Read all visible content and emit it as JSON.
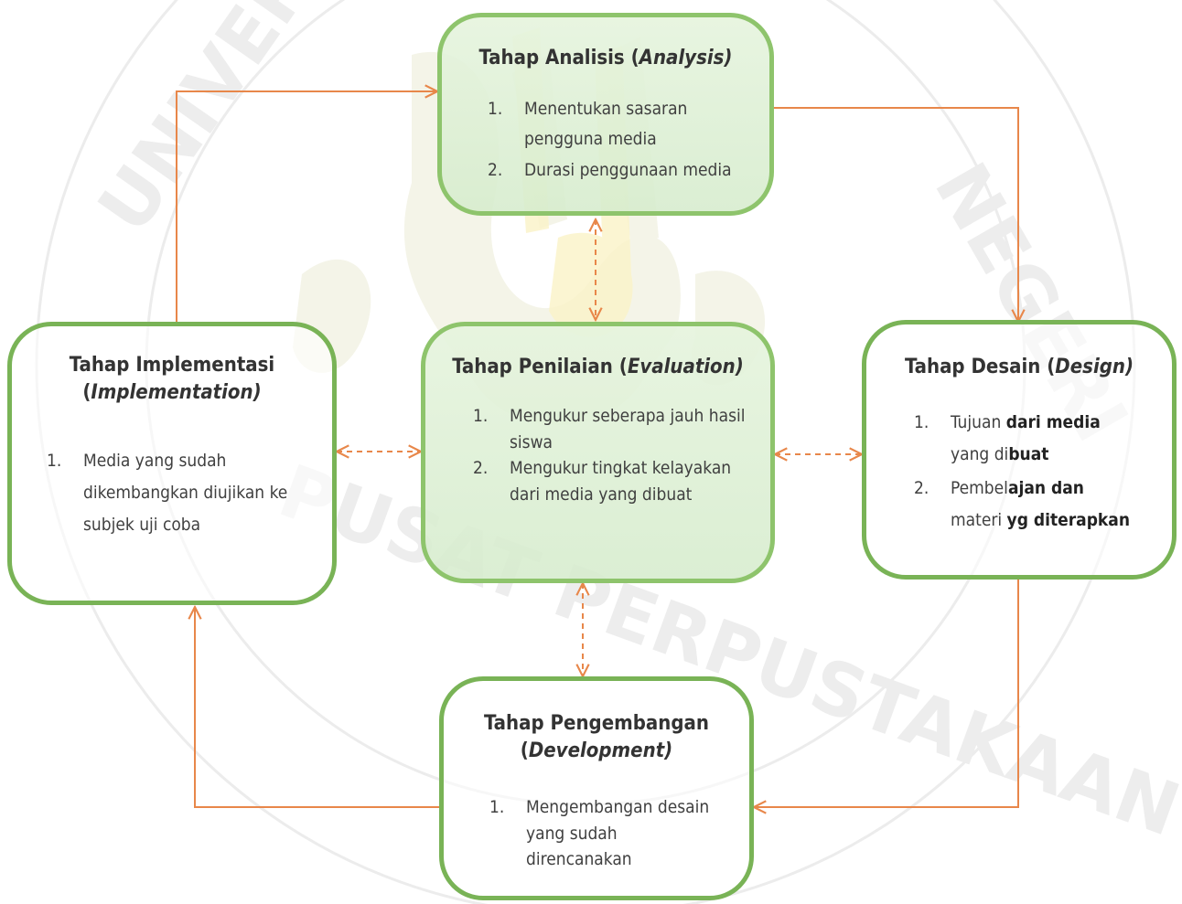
{
  "stages": {
    "analysis": {
      "title": "Tahap Analisis (",
      "title_en": "Analysis)",
      "items": [
        {
          "n": "1.",
          "text": "Menentukan sasaran pengguna media"
        },
        {
          "n": "2.",
          "text": "Durasi penggunaan media"
        }
      ]
    },
    "design": {
      "title": "Tahap Desain  (",
      "title_en": "Design)",
      "items": [
        {
          "n": "1.",
          "text_a": "Tujuan ",
          "text_b": "dari media",
          "text_c": "yang di",
          "text_d": "buat"
        },
        {
          "n": "2.",
          "text_a": "Pembel",
          "text_b": "ajan dan",
          "text_c": "materi  ",
          "text_d": "yg diterapkan"
        }
      ]
    },
    "development": {
      "title": "Tahap Pengembangan",
      "title_en_open": "(",
      "title_en": "Development)",
      "items": [
        {
          "n": "1.",
          "text": "Mengembangan desain yang sudah direncanakan"
        }
      ]
    },
    "implementation": {
      "title": "Tahap Implementasi",
      "title_en_open": "(",
      "title_en": "Implementation)",
      "items": [
        {
          "n": "1.",
          "text": "Media yang sudah dikembangkan diujikan ke subjek  uji coba"
        }
      ]
    },
    "evaluation": {
      "title": "Tahap Penilaian  (",
      "title_en": "Evaluation)",
      "items": [
        {
          "n": "1.",
          "text": "Mengukur seberapa jauh hasil siswa"
        },
        {
          "n": "2.",
          "text": "Mengukur tingkat kelayakan dari media yang dibuat"
        }
      ]
    }
  },
  "colors": {
    "box_border_green": "#7dbb5a",
    "connector_orange": "#e8874a",
    "watermark": "#e8e8e8"
  }
}
